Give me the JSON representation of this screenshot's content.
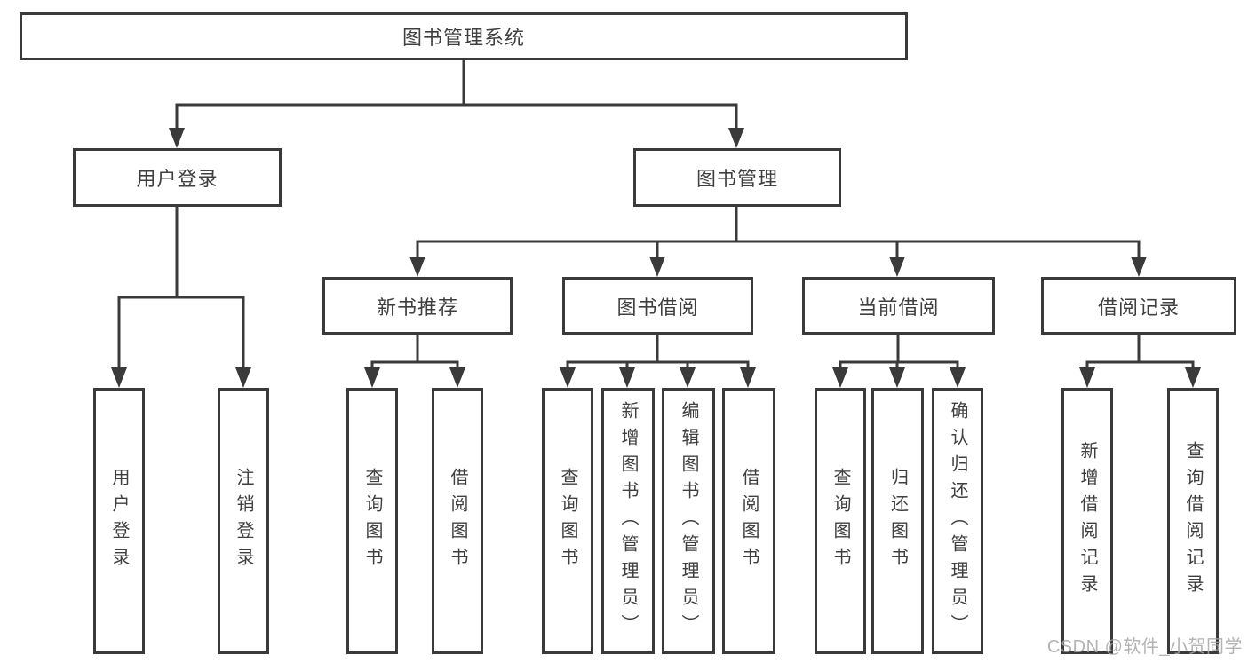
{
  "tree": {
    "label": "图书管理系统",
    "children": [
      {
        "label": "用户登录",
        "children": [
          {
            "label": "用户登录"
          },
          {
            "label": "注销登录"
          }
        ]
      },
      {
        "label": "图书管理",
        "children": [
          {
            "label": "新书推荐",
            "children": [
              {
                "label": "查询图书"
              },
              {
                "label": "借阅图书"
              }
            ]
          },
          {
            "label": "图书借阅",
            "children": [
              {
                "label": "查询图书"
              },
              {
                "label": "新增图书（管理员）"
              },
              {
                "label": "编辑图书（管理员）"
              },
              {
                "label": "借阅图书"
              }
            ]
          },
          {
            "label": "当前借阅",
            "children": [
              {
                "label": "查询图书"
              },
              {
                "label": "归还图书"
              },
              {
                "label": "确认归还（管理员）"
              }
            ]
          },
          {
            "label": "借阅记录",
            "children": [
              {
                "label": "新增借阅记录"
              },
              {
                "label": "查询借阅记录"
              }
            ]
          }
        ]
      }
    ]
  },
  "watermark": "CSDN @软件_小贺同学",
  "colors": {
    "line": "#3a3a3a",
    "box_border": "#3a3a3a",
    "text": "#3f3f3f",
    "watermark": "#a6a6a6",
    "background": "#ffffff"
  }
}
